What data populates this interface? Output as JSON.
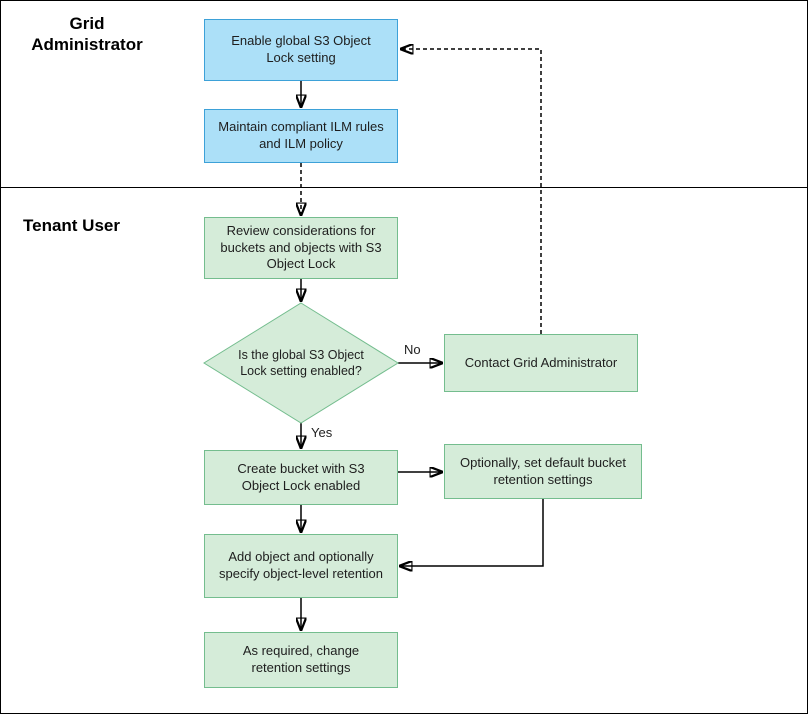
{
  "lanes": {
    "admin": {
      "label": "Grid Administrator"
    },
    "tenant": {
      "label": "Tenant User"
    }
  },
  "nodes": {
    "enable_global": {
      "label": "Enable global S3 Object Lock setting"
    },
    "maintain_ilm": {
      "label": "Maintain compliant ILM rules and ILM policy"
    },
    "review": {
      "label": "Review considerations for buckets and objects with S3 Object Lock"
    },
    "decision": {
      "label": "Is the global S3 Object Lock setting enabled?"
    },
    "contact": {
      "label": "Contact Grid Administrator"
    },
    "create_bucket": {
      "label": "Create bucket with S3 Object Lock enabled"
    },
    "default_retention": {
      "label": "Optionally, set default bucket retention settings"
    },
    "add_object": {
      "label": "Add object and optionally specify object-level retention"
    },
    "change_retention": {
      "label": "As required, change retention settings"
    }
  },
  "edge_labels": {
    "no": "No",
    "yes": "Yes"
  },
  "colors": {
    "admin_node_fill": "#ace0f8",
    "admin_node_border": "#3da1d8",
    "tenant_node_fill": "#d5ecd9",
    "tenant_node_border": "#74bd8e"
  }
}
